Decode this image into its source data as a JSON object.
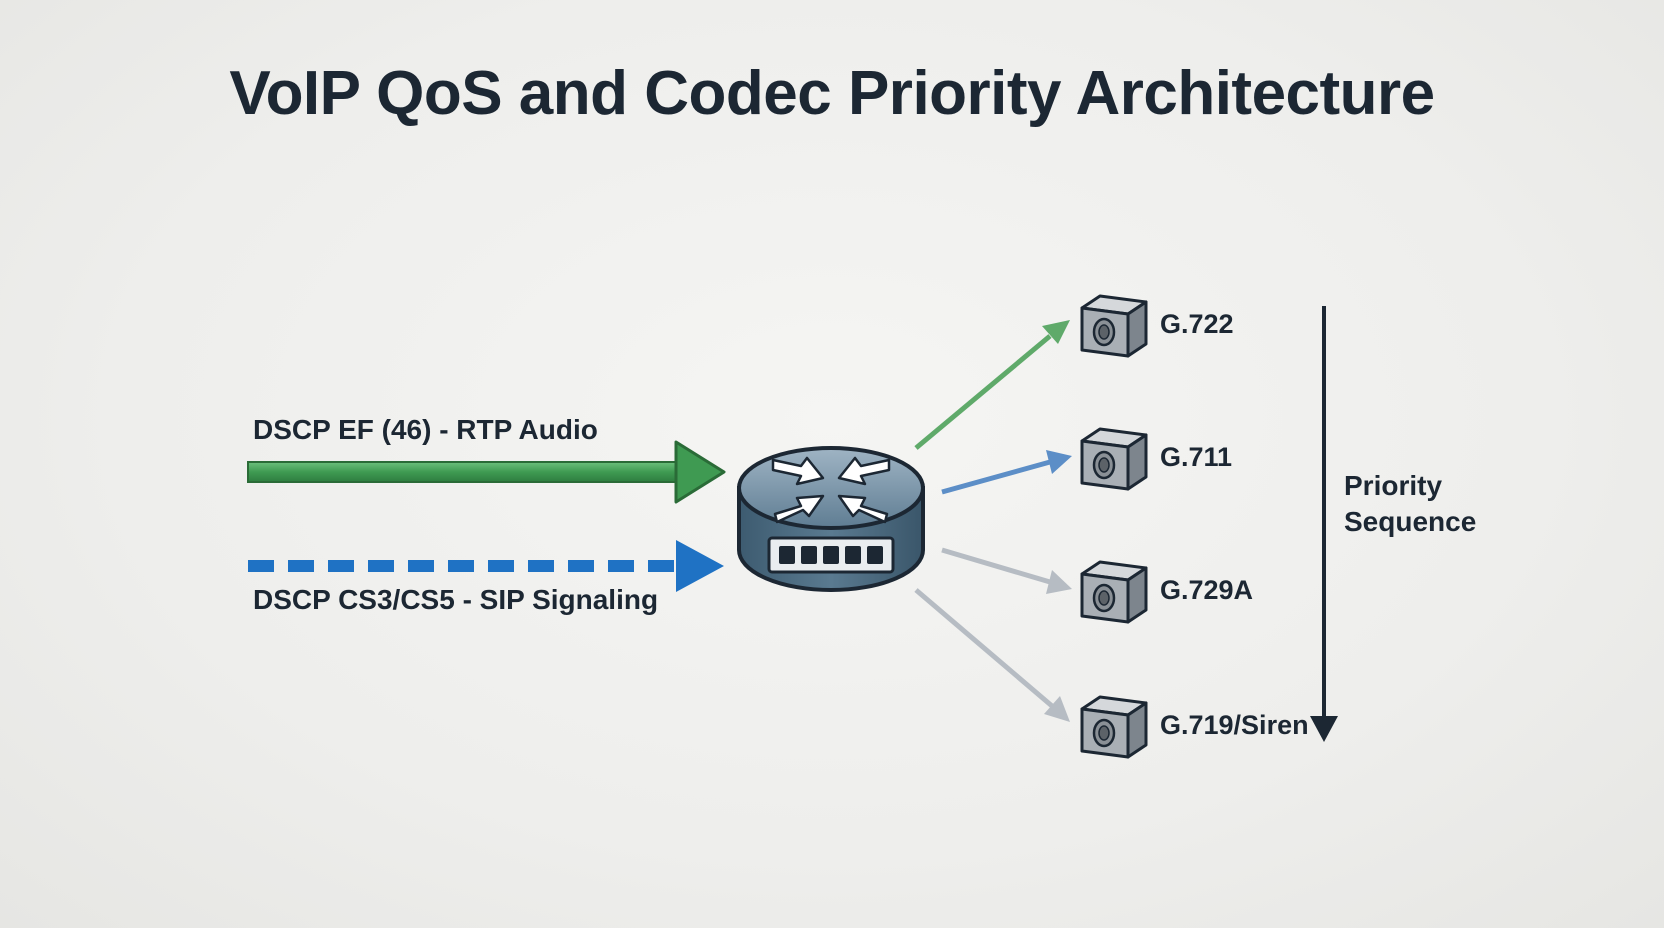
{
  "title": "VoIP QoS and Codec Priority Architecture",
  "inputs": [
    {
      "label": "DSCP EF (46) - RTP Audio",
      "color": "#3f9a52",
      "style": "solid"
    },
    {
      "label": "DSCP CS3/CS5 - SIP Signaling",
      "color": "#1f72c4",
      "style": "dashed"
    }
  ],
  "router": {
    "icon": "router-icon"
  },
  "codecs": [
    {
      "label": "G.722",
      "arrow_color": "#5faa6a",
      "icon": "speaker-box-icon"
    },
    {
      "label": "G.711",
      "arrow_color": "#5c8ec7",
      "icon": "speaker-box-icon"
    },
    {
      "label": "G.729A",
      "arrow_color": "#b6bcc3",
      "icon": "speaker-box-icon"
    },
    {
      "label": "G.719/Siren",
      "arrow_color": "#b6bcc3",
      "icon": "speaker-box-icon"
    }
  ],
  "sequence": {
    "line1": "Priority",
    "line2": "Sequence",
    "color": "#1c2733"
  }
}
